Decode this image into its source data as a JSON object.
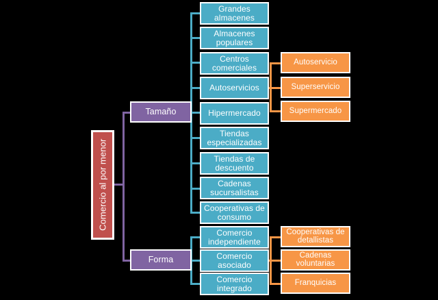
{
  "diagram": {
    "title": "Comercio al por menor",
    "type": "hierarchy-tree",
    "background_color": "#000000",
    "colors": {
      "root": "#C0504D",
      "branch": "#8064A2",
      "leaf": "#4BACC6",
      "sub": "#F79646",
      "text": "#FFFFFF",
      "border": "#FFFFFF"
    },
    "root": {
      "label": "Comercio al por menor",
      "orientation": "vertical"
    },
    "branches": [
      {
        "label": "Tamaño",
        "children": [
          {
            "label": "Grandes\nalmacenes",
            "subchildren": []
          },
          {
            "label": "Almacenes\npopulares",
            "subchildren": []
          },
          {
            "label": "Centros\ncomerciales",
            "subchildren": []
          },
          {
            "label": "Autoservicios",
            "subchildren": [
              {
                "label": "Autoservicio"
              },
              {
                "label": "Superservicio"
              },
              {
                "label": "Supermercado"
              }
            ]
          },
          {
            "label": "Hipermercado",
            "subchildren": []
          },
          {
            "label": "Tiendas\nespecializadas",
            "subchildren": []
          },
          {
            "label": "Tiendas de\ndescuento",
            "subchildren": []
          },
          {
            "label": "Cadenas\nsucursalistas",
            "subchildren": []
          },
          {
            "label": "Cooperativas de\nconsumo",
            "subchildren": []
          }
        ]
      },
      {
        "label": "Forma",
        "children": [
          {
            "label": "Comercio\nindependiente",
            "subchildren": []
          },
          {
            "label": "Comercio\nasociado",
            "subchildren": [
              {
                "label": "Cooperativas de\ndetallistas"
              },
              {
                "label": "Cadenas\nvoluntarias"
              },
              {
                "label": "Franquicias"
              }
            ]
          },
          {
            "label": "Comercio\nintegrado",
            "subchildren": []
          }
        ]
      }
    ]
  }
}
